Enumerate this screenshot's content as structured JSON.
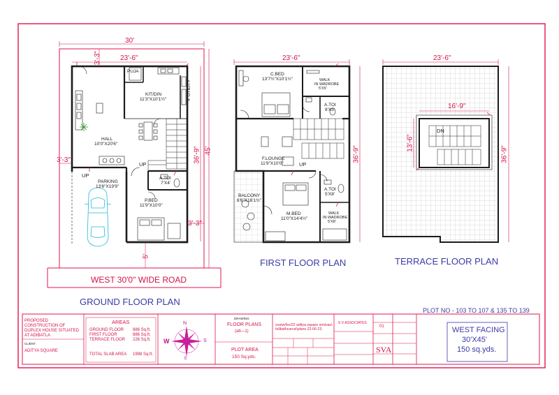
{
  "dims": {
    "gf_overall_width": "30'",
    "gf_width": "23'-6\"",
    "gf_top_setback": "3'-3\"",
    "gf_depth_overall": "45'",
    "gf_depth": "36'-9\"",
    "gf_left_setback": "3'-3\"",
    "gf_right_setback": "3'-3\"",
    "gf_bottom_setback": "5'",
    "ff_width": "23'-6\"",
    "ff_depth": "36'-9\"",
    "tf_width": "23'-6\"",
    "tf_depth": "36'-9\"",
    "tf_stair_width": "16'-9\"",
    "tf_stair_depth": "13'-6\""
  },
  "ground_floor": {
    "rooms": {
      "puja": "PUJA",
      "kit": "KIT/DIN",
      "kit_size": "11'3\"X10'1½\"",
      "utility": "4' UTILITY",
      "hall": "HALL",
      "hall_size": "10'0\"X20'6\"",
      "parking": "PARKING",
      "parking_size": "13'6\"X19'9\"",
      "atoi": "A.TOI",
      "atoi_size": "7'X4'",
      "pbed": "P.BED",
      "pbed_size": "11'9\"X10'0\"",
      "up": "UP",
      "up2": "UP"
    },
    "road": "WEST 30'0\" WIDE ROAD",
    "title": "GROUND FLOOR PLAN"
  },
  "first_floor": {
    "rooms": {
      "cbed": "C.BED",
      "cbed_size": "13'7½\"X10'1½\"",
      "walk1": "WALK",
      "walk1b": "IN WADROBE",
      "walk1_size": "5'X5'",
      "atoi1": "A.TOI",
      "atoi1_size": "8'X5'",
      "flounge": "F.LOUNGE",
      "flounge_size": "11'9\"X10'0\"",
      "up": "UP",
      "balcony": "BALCONY",
      "balcony_size": "6'6\"X16'1½\"",
      "atoi2": "A.TOI",
      "atoi2_size": "5'X8'",
      "mbed": "M.BED",
      "mbed_size": "11'0\"X14'4½\"",
      "walk2": "WALK",
      "walk2b": "IN WADROBE",
      "walk2_size": "5'X8'"
    },
    "title": "FIRST FLOOR PLAN"
  },
  "terrace": {
    "dn": "DN",
    "title": "TERRACE FLOOR PLAN"
  },
  "plot_no": "PLOT NO - 103 TO 107 & 135 TO 139",
  "title_block": {
    "project": "PROPOSED CONSTRUCTION OF DUPLEX HOUSE SITUATED AT ADIBATLA",
    "client_label": "CLIENT",
    "client": "ADITYA SQUARE",
    "areas_title": "AREAS",
    "area_rows": [
      {
        "label": "GROUND FLOOR",
        "value": "886 Sq.ft."
      },
      {
        "label": "FIRST FLOOR",
        "value": "886 Sq.ft."
      },
      {
        "label": "TERRACE FLOOR",
        "value": "226 Sq.ft."
      }
    ],
    "total_label": "TOTAL SLAB AREA",
    "total_value": "1998 Sq.ft.",
    "compass": {
      "n": "N",
      "s": "S",
      "e": "E",
      "w": "W"
    },
    "drawing_label": "DRAWING",
    "drawing": "FLOOR PLANS",
    "drawing_alt": "(alt—1)",
    "plot_area_label": "PLOT AREA",
    "plot_area_value": "150 Sq.yds.",
    "file_path": "sva\\w/fsv/22 aditya square srinivas\\ fullbathcarvsi\\plans 22-06-23",
    "firm": "S V ASSOCIATES",
    "sheet_no": "01",
    "logo": "SVA",
    "facing": "WEST FACING",
    "facing_size": "30'X45'",
    "facing_area": "150 sq.yds."
  },
  "colors": {
    "border": "#e0144c",
    "wall": "#1c1c1c",
    "dimension": "#d4134a",
    "title_blue": "#3a3aa8",
    "car": "#20b8d8",
    "compass": "#c81e9a",
    "tile": "#b5b5b5",
    "plant": "#2a9a2a"
  }
}
